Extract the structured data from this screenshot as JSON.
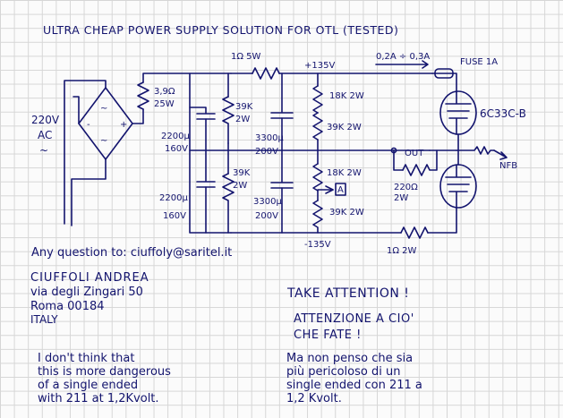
{
  "title": "ULTRA CHEAP POWER SUPPLY SOLUTION FOR OTL (TESTED)",
  "mains": {
    "volt": "220V",
    "ac": "AC",
    "wave": "~"
  },
  "parts": {
    "r_input": "3,9Ω",
    "r_input_w": "25W",
    "r_top": "1Ω 5W",
    "c_top": "2200µ",
    "c_top_v": "160V",
    "c_bot": "2200µ",
    "c_bot_v": "160V",
    "r_bleed_top": "39K",
    "r_bleed_top_w": "2W",
    "r_bleed_bot": "39K",
    "r_bleed_bot_w": "2W",
    "c_mid_top": "3300µ",
    "c_mid_top_v": "200V",
    "c_mid_bot": "3300µ",
    "c_mid_bot_v": "200V",
    "r_div1": "18K 2W",
    "r_div2": "39K 2W",
    "r_div3": "18K 2W",
    "r_div4": "39K 2W",
    "r_out": "220Ω",
    "r_out_w": "2W",
    "r_bot": "1Ω 2W",
    "tube": "6C33C-B",
    "fuse": "FUSE 1A",
    "current": "0,2A ÷ 0,3A",
    "plus_v": "+135V",
    "minus_v": "-135V",
    "out": "OUT",
    "nfb": "NFB",
    "marker_a": "A"
  },
  "contact": {
    "question": "Any question to: ciuffoly@saritel.it",
    "name": "CIUFFOLI ANDREA",
    "street": "via degli Zingari 50",
    "city": "Roma 00184",
    "country": "ITALY"
  },
  "warnings": {
    "en": "TAKE ATTENTION !",
    "it1": "ATTENZIONE A CIO'",
    "it2": "CHE FATE !",
    "en_lines": [
      "I don't think that",
      "this is more dangerous",
      "of a single ended",
      "with 211 at 1,2Kvolt."
    ],
    "it_lines": [
      "Ma non penso che sia",
      "più pericoloso di un",
      "single ended con 211 a",
      "1,2 Kvolt."
    ]
  }
}
